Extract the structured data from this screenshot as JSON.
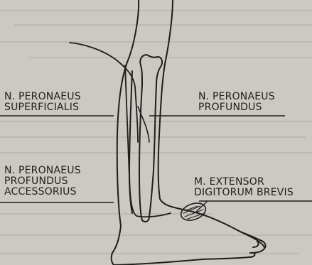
{
  "labels": {
    "superficialis": [
      "N. PERONAEUS",
      "SUPERFICIALIS"
    ],
    "profundus": [
      "N. PERONAEUS",
      "PROFUNDUS"
    ],
    "accessorius": [
      "N. PERONAEUS",
      "PROFUNDUS",
      "ACCESSORIUS"
    ],
    "extensor": [
      "M. EXTENSOR",
      "DIGITORUM BREVIS"
    ]
  },
  "colors": {
    "paper": "#cbc9c1",
    "ink": "#202020"
  }
}
